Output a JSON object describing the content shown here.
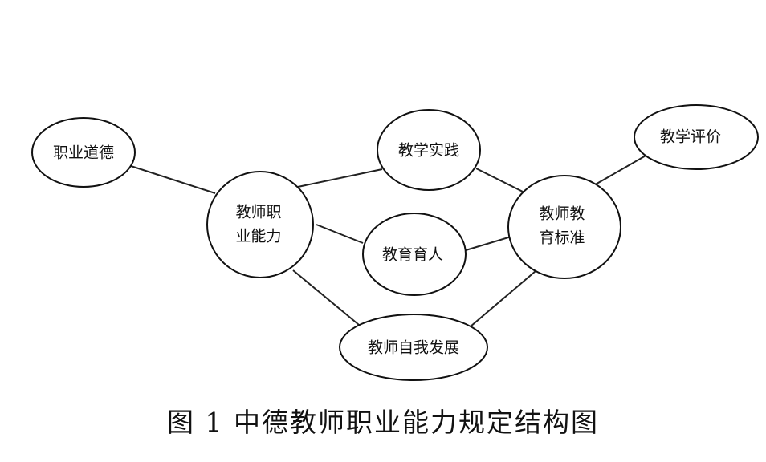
{
  "nodes": {
    "professional_ethics": {
      "label": "职业道德"
    },
    "teacher_competence": {
      "lines": [
        "教师职",
        "业能力"
      ]
    },
    "teaching_practice": {
      "label": "教学实践"
    },
    "educating_people": {
      "label": "教育育人"
    },
    "teacher_standards": {
      "lines": [
        "教师教",
        "育标准"
      ]
    },
    "teaching_evaluation": {
      "label": "教学评价"
    },
    "self_development": {
      "label": "教师自我发展"
    }
  },
  "caption": "图 1  中德教师职业能力规定结构图"
}
